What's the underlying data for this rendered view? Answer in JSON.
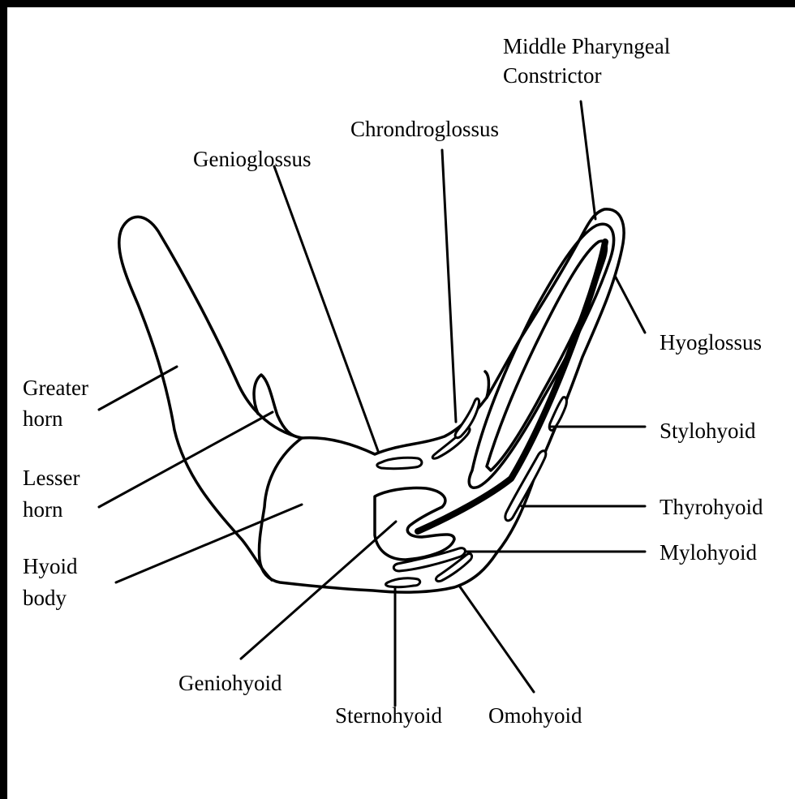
{
  "labels": {
    "middle_pharyngeal_line1": "Middle Pharyngeal",
    "middle_pharyngeal_line2": "Constrictor",
    "chondroglossus": "Chrondroglossus",
    "genioglossus": "Genioglossus",
    "hyoglossus": "Hyoglossus",
    "greater_horn_line1": "Greater",
    "greater_horn_line2": "horn",
    "stylohyoid": "Stylohyoid",
    "lesser_horn_line1": "Lesser",
    "lesser_horn_line2": "horn",
    "thyrohyoid": "Thyrohyoid",
    "hyoid_body_line1": "Hyoid",
    "hyoid_body_line2": "body",
    "mylohyoid": "Mylohyoid",
    "geniohyoid": "Geniohyoid",
    "sternohyoid": "Sternohyoid",
    "omohyoid": "Omohyoid"
  },
  "colors": {
    "ink": "#000000",
    "paper": "#ffffff"
  }
}
